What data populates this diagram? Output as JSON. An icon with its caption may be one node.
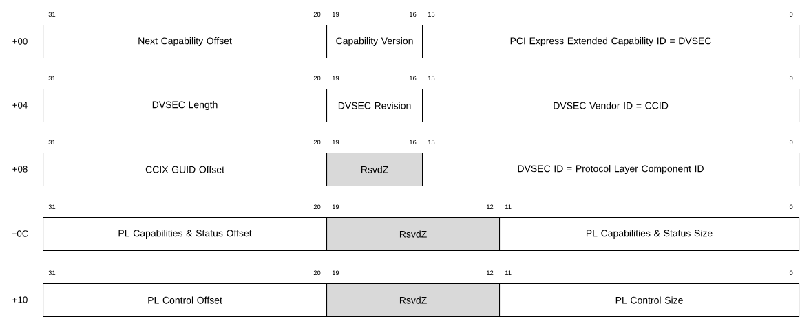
{
  "diagram": {
    "nodes": [
      {
        "text": [
          "Next Capability Offset"
        ]
      },
      {
        "text": [
          "Capability Version"
        ]
      },
      {
        "text": [
          "PCI Express Extended Capability ID = DVSEC"
        ]
      },
      {
        "text": [
          "DVSEC Length"
        ]
      },
      {
        "text": [
          "DVSEC Revision"
        ]
      },
      {
        "text": [
          "DVSEC Vendor ID = CCID"
        ]
      },
      {
        "text": [
          "CCIX GUID Offset"
        ]
      },
      {
        "text": [
          "RsvdZ"
        ]
      },
      {
        "text": [
          "DVSEC ID = Protocol Layer Component ID"
        ]
      },
      {
        "text": [
          "PL Capabilities & Status Offset"
        ]
      },
      {
        "text": [
          "RsvdZ"
        ]
      },
      {
        "text": [
          "PL Capabilities & Status Size"
        ]
      },
      {
        "text": [
          "PL Control Offset"
        ]
      },
      {
        "text": [
          "RsvdZ"
        ]
      },
      {
        "text": [
          "PL Control Size"
        ]
      }
    ],
    "labels": [
      "31",
      "20",
      "19",
      "16",
      "15",
      "0",
      "+00",
      "31",
      "20",
      "19",
      "16",
      "15",
      "0",
      "+04",
      "31",
      "20",
      "19",
      "16",
      "15",
      "0",
      "+08",
      "31",
      "20",
      "19",
      "12",
      "11",
      "0",
      "+0C",
      "31",
      "20",
      "19",
      "12",
      "11",
      "0",
      "+10"
    ]
  }
}
